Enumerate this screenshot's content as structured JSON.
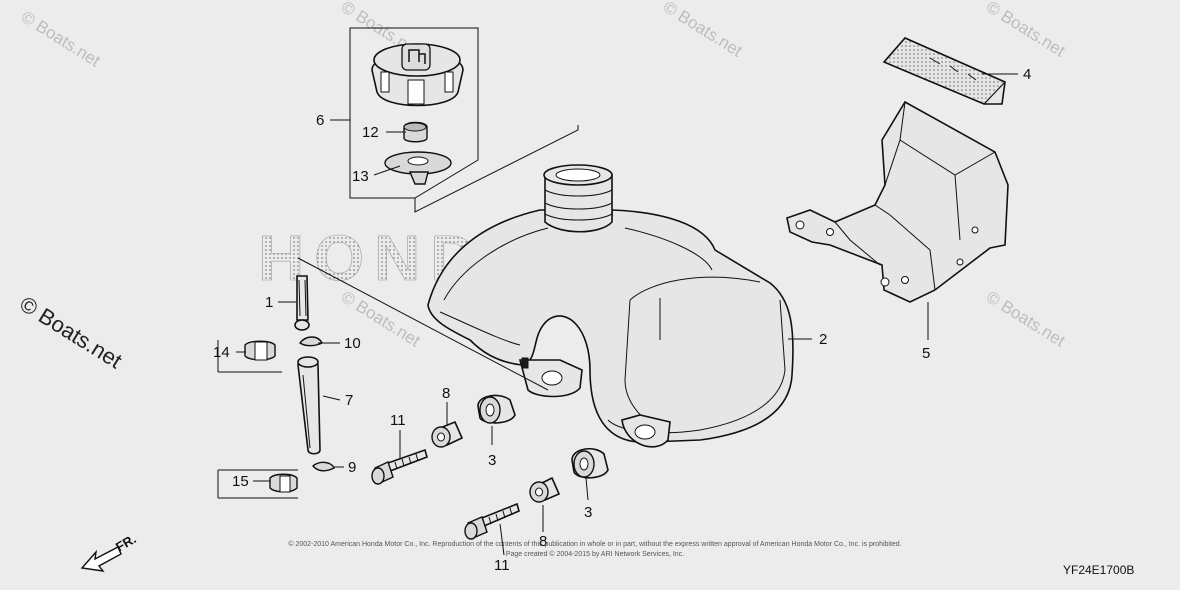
{
  "watermark_text": "© Boats.net",
  "brand_watermark": "HONDA",
  "parts_labels": [
    "1",
    "2",
    "3",
    "3",
    "4",
    "5",
    "6",
    "7",
    "8",
    "8",
    "9",
    "10",
    "11",
    "11",
    "12",
    "13",
    "14",
    "15"
  ],
  "direction_label": "FR.",
  "diagram_code": "YF24E1700B",
  "copyright_line1": "© 2002-2010 American Honda Motor Co., Inc. Reproduction of the contents of this publication in whole or in part, without the express written approval of American Honda Motor Co., Inc. is prohibited.",
  "copyright_line2": "Page created © 2004-2015 by ARI Network Services, Inc."
}
